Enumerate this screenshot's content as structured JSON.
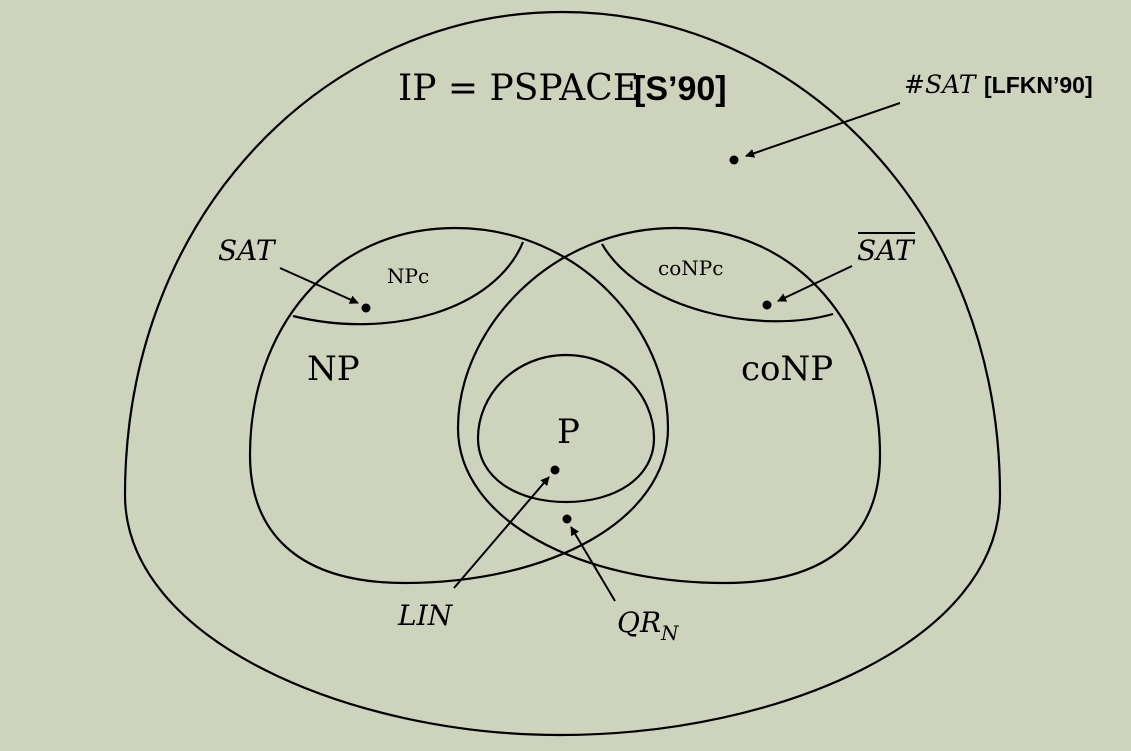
{
  "diagram": {
    "title_main": "IP = PSPACE",
    "title_cite": "[S’90]",
    "sharp_sat": "#SAT",
    "sharp_sat_cite": "[LFKN’90]",
    "sat": "SAT",
    "sat_bar": "SAT",
    "npc": "NPc",
    "conpc": "coNPc",
    "np": "NP",
    "conp": "coNP",
    "p": "P",
    "lin": "LIN",
    "qr_base": "QR",
    "qr_sub": "N"
  },
  "colors": {
    "background": "#ced4bc",
    "ink": "#000000"
  }
}
